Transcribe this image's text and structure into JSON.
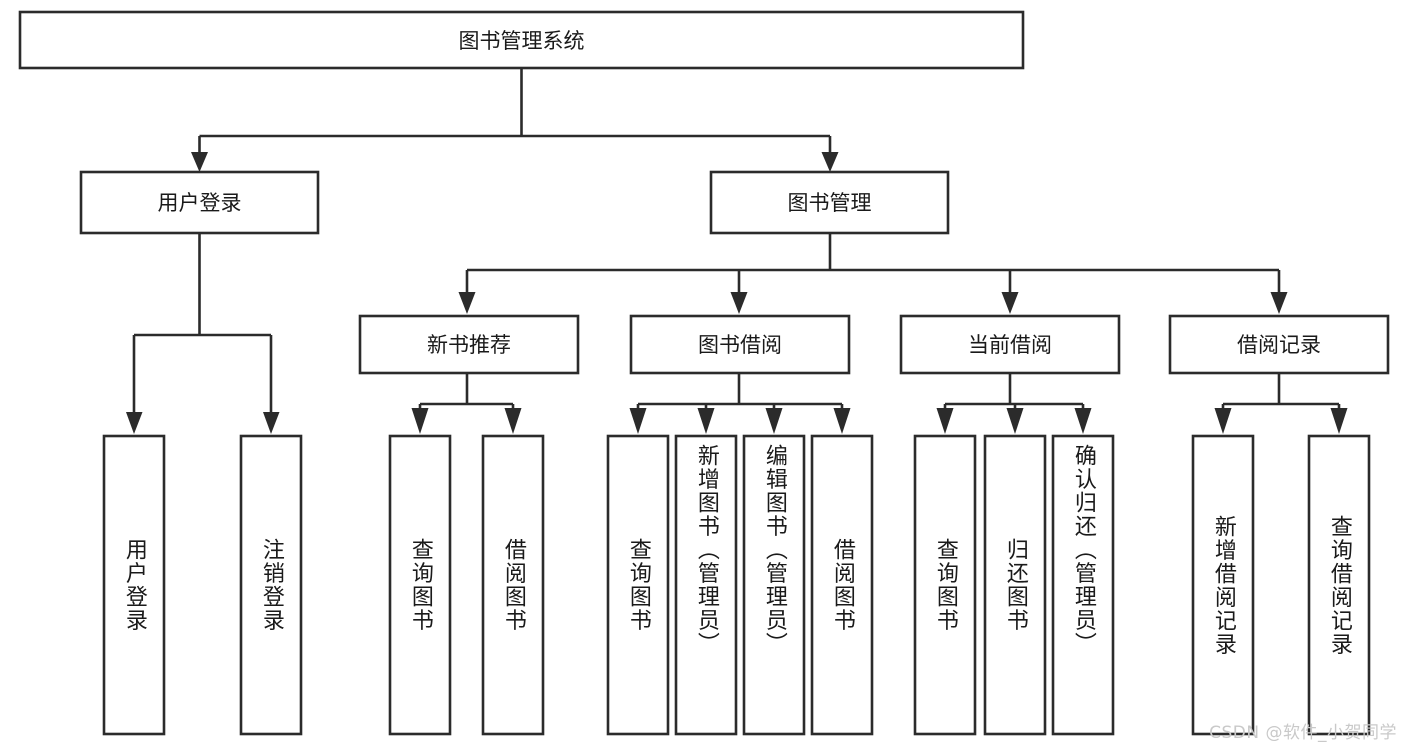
{
  "diagram": {
    "title": "图书管理系统",
    "type": "hierarchy-tree",
    "root": {
      "label": "图书管理系统",
      "orientation": "horizontal-text"
    },
    "level2": [
      {
        "id": "user-login",
        "label": "用户登录",
        "orientation": "horizontal-text"
      },
      {
        "id": "book-manage",
        "label": "图书管理",
        "orientation": "horizontal-text"
      }
    ],
    "level3": [
      {
        "id": "new-book-recommend",
        "label": "新书推荐",
        "parent": "book-manage",
        "orientation": "horizontal-text"
      },
      {
        "id": "book-borrow",
        "label": "图书借阅",
        "parent": "book-manage",
        "orientation": "horizontal-text"
      },
      {
        "id": "current-borrow",
        "label": "当前借阅",
        "parent": "book-manage",
        "orientation": "horizontal-text"
      },
      {
        "id": "borrow-record",
        "label": "借阅记录",
        "parent": "book-manage",
        "orientation": "horizontal-text"
      }
    ],
    "leaves": [
      {
        "id": "leaf-user-login",
        "label": "用户登录",
        "parent": "user-login"
      },
      {
        "id": "leaf-user-logout",
        "label": "注销登录",
        "parent": "user-login"
      },
      {
        "id": "leaf-query-book-1",
        "label": "查询图书",
        "parent": "new-book-recommend"
      },
      {
        "id": "leaf-borrow-book-1",
        "label": "借阅图书",
        "parent": "new-book-recommend"
      },
      {
        "id": "leaf-query-book-2",
        "label": "查询图书",
        "parent": "book-borrow"
      },
      {
        "id": "leaf-add-book",
        "label": "新增图书（管理员）",
        "parent": "book-borrow"
      },
      {
        "id": "leaf-edit-book",
        "label": "编辑图书（管理员）",
        "parent": "book-borrow"
      },
      {
        "id": "leaf-borrow-book-2",
        "label": "借阅图书",
        "parent": "book-borrow"
      },
      {
        "id": "leaf-query-book-3",
        "label": "查询图书",
        "parent": "current-borrow"
      },
      {
        "id": "leaf-return-book",
        "label": "归还图书",
        "parent": "current-borrow"
      },
      {
        "id": "leaf-confirm-return",
        "label": "确认归还（管理员）",
        "parent": "current-borrow"
      },
      {
        "id": "leaf-add-record",
        "label": "新增借阅记录",
        "parent": "borrow-record"
      },
      {
        "id": "leaf-query-record",
        "label": "查询借阅记录",
        "parent": "borrow-record"
      }
    ]
  },
  "watermark": {
    "text": "CSDN @软件_小贺同学"
  },
  "colors": {
    "stroke": "#2b2b2b",
    "box_fill": "#ffffff",
    "text": "#1a1a1a",
    "background": "#ffffff",
    "watermark": "#c9c9c9"
  }
}
